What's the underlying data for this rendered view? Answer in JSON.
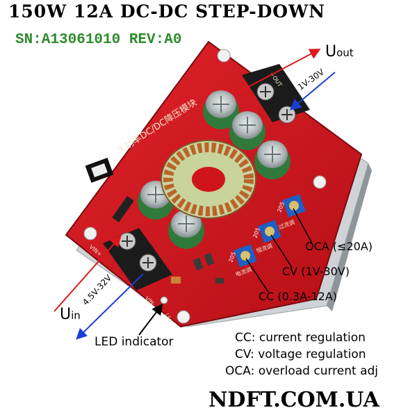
{
  "header": {
    "title": "150W 12A DC-DC STEP-DOWN",
    "serial": "SN:A13061010 REV:A0"
  },
  "labels": {
    "uout_main": "U",
    "uout_sub": "out",
    "uout_range": "1V-30V",
    "uin_main": "U",
    "uin_sub": "in",
    "uin_range": "4.5V-32V",
    "led": "LED indicator",
    "oca": "OCA (≤20A)",
    "cv": "CV (1V-30V)",
    "cc": "CC (0.3A-12A)"
  },
  "legend": {
    "cc": "CC: current regulation",
    "cv": "CV: voltage regulation",
    "oca": "OCA: overload current adj"
  },
  "board": {
    "chinese_text": "大功率DC/DC降压模块",
    "pot_code": "205",
    "plus_out": "+OUT",
    "vin_plus": "VIN+",
    "vin_minus": "VIN-",
    "led_label": "LED",
    "cc_adj": "电流调",
    "cv_adj": "恒流调",
    "oca_adj": "过流调"
  },
  "brand": "NDFT.COM.UA",
  "colors": {
    "pcb": "#d0141c",
    "pcb_dark": "#8e0a10",
    "heatsink": "#cfd3d6",
    "copper": "#b8642a",
    "capacitor": "#2f7a3a",
    "trimmer": "#1f5fc4",
    "serial_green": "#2e8b2e",
    "arrow_red": "#e0181c",
    "arrow_blue": "#1a3fd6"
  }
}
